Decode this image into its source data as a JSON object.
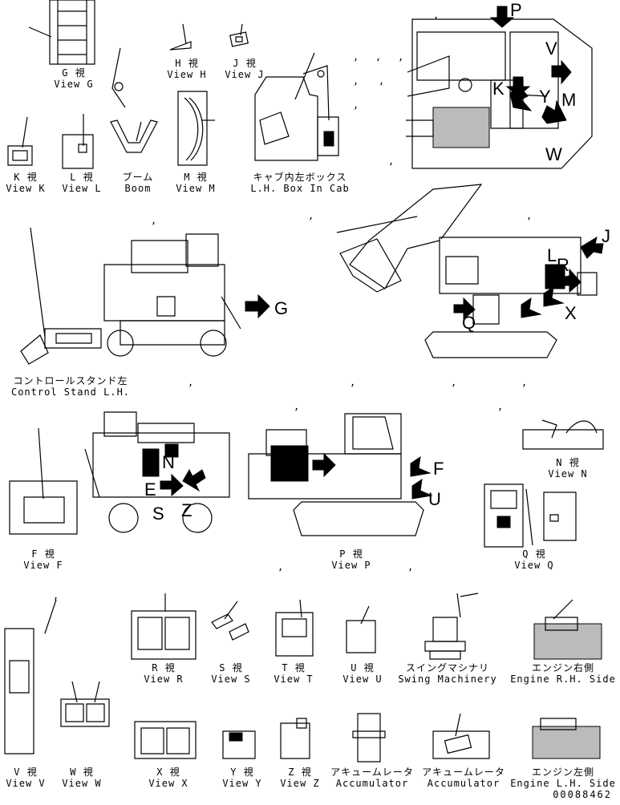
{
  "views": [
    {
      "id": "g",
      "jp": "G 視",
      "en": "View G"
    },
    {
      "id": "h",
      "jp": "H 視",
      "en": "View H"
    },
    {
      "id": "j",
      "jp": "J 視",
      "en": "View J"
    },
    {
      "id": "k",
      "jp": "K 視",
      "en": "View K"
    },
    {
      "id": "l",
      "jp": "L 視",
      "en": "View L"
    },
    {
      "id": "boom",
      "jp": "ブーム",
      "en": "Boom"
    },
    {
      "id": "m",
      "jp": "M 視",
      "en": "View M"
    },
    {
      "id": "cab",
      "jp": "キャブ内左ボックス",
      "en": "L.H. Box In Cab"
    },
    {
      "id": "cs",
      "jp": "コントロールスタンド左",
      "en": "Control Stand L.H."
    },
    {
      "id": "n",
      "jp": "N 視",
      "en": "View N"
    },
    {
      "id": "f",
      "jp": "F 視",
      "en": "View F"
    },
    {
      "id": "p",
      "jp": "P 視",
      "en": "View P"
    },
    {
      "id": "q",
      "jp": "Q 視",
      "en": "View Q"
    },
    {
      "id": "r",
      "jp": "R 視",
      "en": "View R"
    },
    {
      "id": "s",
      "jp": "S 視",
      "en": "View S"
    },
    {
      "id": "t",
      "jp": "T 視",
      "en": "View T"
    },
    {
      "id": "u",
      "jp": "U 視",
      "en": "View U"
    },
    {
      "id": "swing",
      "jp": "スイングマシナリ",
      "en": "Swing Machinery"
    },
    {
      "id": "engr",
      "jp": "エンジン右側",
      "en": "Engine R.H. Side"
    },
    {
      "id": "v",
      "jp": "V 視",
      "en": "View V"
    },
    {
      "id": "w",
      "jp": "W 視",
      "en": "View W"
    },
    {
      "id": "x",
      "jp": "X 視",
      "en": "View X"
    },
    {
      "id": "y",
      "jp": "Y 視",
      "en": "View Y"
    },
    {
      "id": "z",
      "jp": "Z 視",
      "en": "View Z"
    },
    {
      "id": "acc1",
      "jp": "アキュームレータ",
      "en": "Accumulator"
    },
    {
      "id": "acc2",
      "jp": "アキュームレータ",
      "en": "Accumulator"
    },
    {
      "id": "engl",
      "jp": "エンジン左側",
      "en": "Engine L.H. Side"
    }
  ],
  "markers": {
    "top_p": "P",
    "top_v": "V",
    "top_k": "K",
    "top_y": "Y",
    "top_m": "M",
    "top_w": "W",
    "side_j": "J",
    "side_l": "L",
    "side_r": "R",
    "side_x": "X",
    "side_q": "Q",
    "rear_g": "G",
    "front_n": "N",
    "front_e": "E",
    "front_s": "S",
    "front_z": "Z",
    "mid_f": "F",
    "mid_u": "U"
  },
  "ticks": [
    ",",
    ",",
    ",",
    ",",
    ",",
    ",",
    ",",
    ",",
    ",",
    ",",
    ",",
    ",",
    ",",
    ",",
    ",",
    ",",
    ",",
    ",",
    ",",
    ",",
    ",",
    ",",
    ",",
    ",",
    ","
  ],
  "document_number": "00088462"
}
